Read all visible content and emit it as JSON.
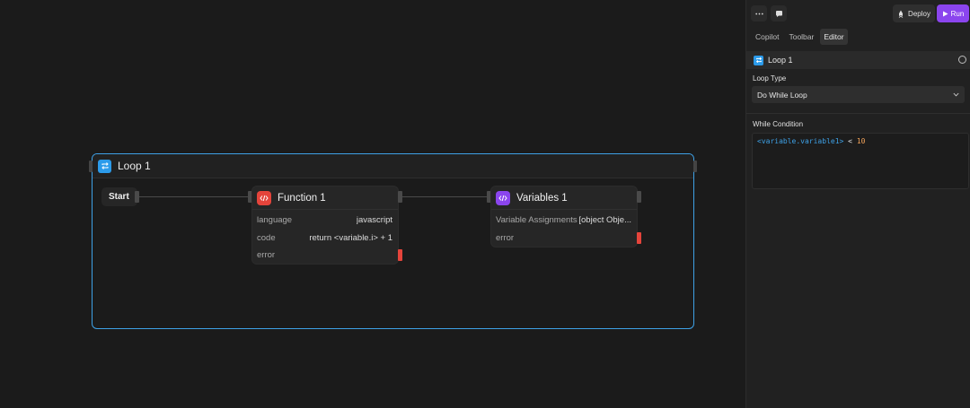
{
  "canvas": {
    "loop": {
      "title": "Loop 1"
    },
    "start": {
      "label": "Start"
    },
    "function_node": {
      "title": "Function 1",
      "rows": [
        {
          "key": "language",
          "value": "javascript"
        },
        {
          "key": "code",
          "value": "return <variable.i> + 1"
        },
        {
          "key": "error",
          "value": ""
        }
      ]
    },
    "variables_node": {
      "title": "Variables 1",
      "rows": [
        {
          "key": "Variable Assignments",
          "value": "[object Obje..."
        },
        {
          "key": "error",
          "value": ""
        }
      ]
    }
  },
  "panel": {
    "more_icon": "more-dots-icon",
    "chat_icon": "chat-bubble-icon",
    "deploy_label": "Deploy",
    "run_label": "Run",
    "tabs": [
      {
        "label": "Copilot",
        "active": false
      },
      {
        "label": "Toolbar",
        "active": false
      },
      {
        "label": "Editor",
        "active": true
      }
    ],
    "selected_block": "Loop 1",
    "loop_type_label": "Loop Type",
    "loop_type_value": "Do While Loop",
    "while_condition_label": "While Condition",
    "condition": {
      "variable": "<variable.variable1>",
      "operator": "<",
      "value": "10"
    }
  },
  "colors": {
    "accent_blue": "#3ea1e6",
    "function_red": "#e5443b",
    "variables_purple": "#8b45ee",
    "run_purple": "#8b45ee"
  }
}
